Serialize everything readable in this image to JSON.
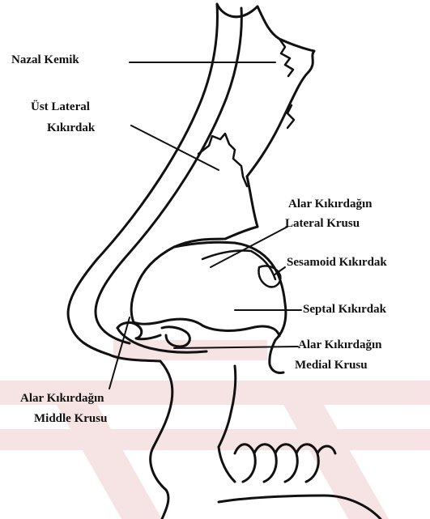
{
  "labels": {
    "nazal_kemik": "Nazal Kemik",
    "ust_lateral_line1": "Üst Lateral",
    "ust_lateral_line2": "Kıkırdak",
    "alar_lateral_line1": "Alar Kıkırdağın",
    "alar_lateral_line2": "Lateral Krusu",
    "sesamoid": "Sesamoid Kıkırdak",
    "septal": "Septal Kıkırdak",
    "alar_medial_line1": "Alar Kıkırdağın",
    "alar_medial_line2": "Medial Krusu",
    "alar_middle_line1": "Alar Kıkırdağın",
    "alar_middle_line2": "Middle Krusu"
  },
  "colors": {
    "ink": "#111111",
    "background": "#ffffff",
    "watermark": "#f2d4d6"
  }
}
